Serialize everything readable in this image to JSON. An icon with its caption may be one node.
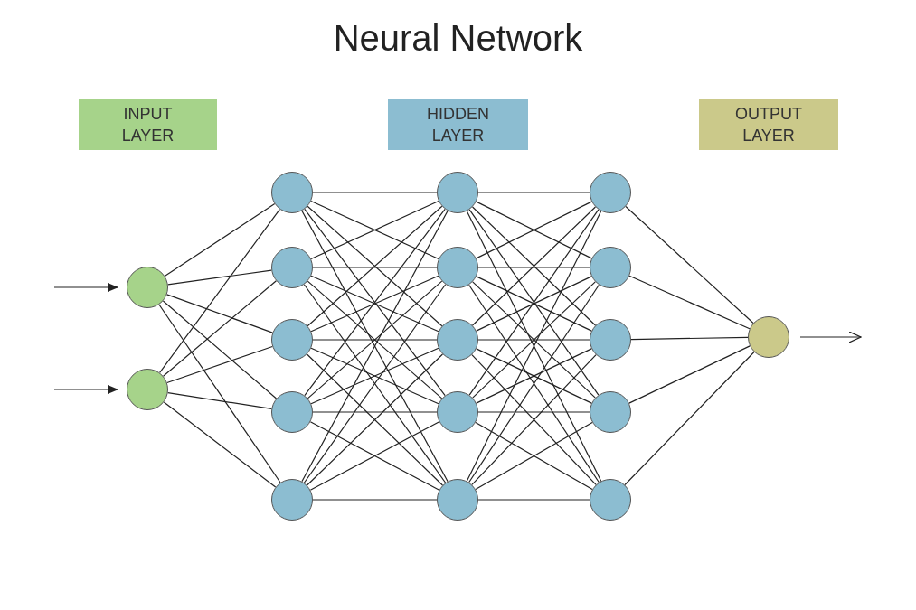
{
  "diagram": {
    "title": "Neural Network",
    "nodes": [
      {
        "text": [
          "INPUT LAYER"
        ]
      },
      {
        "text": [
          "HIDDEN LAYER"
        ]
      },
      {
        "text": [
          "OUTPUT LAYER"
        ]
      },
      {
        "text": [],
        "shape": "circle"
      },
      {
        "text": [],
        "shape": "circle"
      },
      {
        "text": [],
        "shape": "circle"
      },
      {
        "text": [],
        "shape": "circle"
      },
      {
        "text": [],
        "shape": "circle"
      },
      {
        "text": [],
        "shape": "circle"
      },
      {
        "text": [],
        "shape": "circle"
      },
      {
        "text": [],
        "shape": "circle"
      },
      {
        "text": [],
        "shape": "circle"
      },
      {
        "text": [],
        "shape": "circle"
      },
      {
        "text": [],
        "shape": "circle"
      },
      {
        "text": [],
        "shape": "circle"
      },
      {
        "text": [],
        "shape": "circle"
      },
      {
        "text": [],
        "shape": "circle"
      },
      {
        "text": [],
        "shape": "circle"
      },
      {
        "text": [],
        "shape": "circle"
      },
      {
        "text": [],
        "shape": "circle"
      },
      {
        "text": [],
        "shape": "circle"
      }
    ],
    "edges": [
      {
        "from": null,
        "to": 3,
        "arrow": "to"
      },
      {
        "from": null,
        "to": 4,
        "arrow": "to"
      },
      {
        "from": 3,
        "to": 5,
        "arrow": "none"
      },
      {
        "from": 3,
        "to": 6,
        "arrow": "none"
      },
      {
        "from": 3,
        "to": 7,
        "arrow": "none"
      },
      {
        "from": 3,
        "to": 8,
        "arrow": "none"
      },
      {
        "from": 3,
        "to": 9,
        "arrow": "none"
      },
      {
        "from": 4,
        "to": 5,
        "arrow": "none"
      },
      {
        "from": 4,
        "to": 6,
        "arrow": "none"
      },
      {
        "from": 4,
        "to": 7,
        "arrow": "none"
      },
      {
        "from": 4,
        "to": 8,
        "arrow": "none"
      },
      {
        "from": 4,
        "to": 9,
        "arrow": "none"
      },
      {
        "from": 5,
        "to": 10,
        "arrow": "none"
      },
      {
        "from": 5,
        "to": 11,
        "arrow": "none"
      },
      {
        "from": 5,
        "to": 12,
        "arrow": "none"
      },
      {
        "from": 5,
        "to": 13,
        "arrow": "none"
      },
      {
        "from": 5,
        "to": 14,
        "arrow": "none"
      },
      {
        "from": 6,
        "to": 10,
        "arrow": "none"
      },
      {
        "from": 6,
        "to": 11,
        "arrow": "none"
      },
      {
        "from": 6,
        "to": 12,
        "arrow": "none"
      },
      {
        "from": 6,
        "to": 13,
        "arrow": "none"
      },
      {
        "from": 6,
        "to": 14,
        "arrow": "none"
      },
      {
        "from": 7,
        "to": 10,
        "arrow": "none"
      },
      {
        "from": 7,
        "to": 11,
        "arrow": "none"
      },
      {
        "from": 7,
        "to": 12,
        "arrow": "none"
      },
      {
        "from": 7,
        "to": 13,
        "arrow": "none"
      },
      {
        "from": 7,
        "to": 14,
        "arrow": "none"
      },
      {
        "from": 8,
        "to": 10,
        "arrow": "none"
      },
      {
        "from": 8,
        "to": 11,
        "arrow": "none"
      },
      {
        "from": 8,
        "to": 12,
        "arrow": "none"
      },
      {
        "from": 8,
        "to": 13,
        "arrow": "none"
      },
      {
        "from": 8,
        "to": 14,
        "arrow": "none"
      },
      {
        "from": 9,
        "to": 10,
        "arrow": "none"
      },
      {
        "from": 9,
        "to": 11,
        "arrow": "none"
      },
      {
        "from": 9,
        "to": 12,
        "arrow": "none"
      },
      {
        "from": 9,
        "to": 13,
        "arrow": "none"
      },
      {
        "from": 9,
        "to": 14,
        "arrow": "none"
      },
      {
        "from": 10,
        "to": 15,
        "arrow": "none"
      },
      {
        "from": 10,
        "to": 16,
        "arrow": "none"
      },
      {
        "from": 10,
        "to": 17,
        "arrow": "none"
      },
      {
        "from": 10,
        "to": 18,
        "arrow": "none"
      },
      {
        "from": 10,
        "to": 19,
        "arrow": "none"
      },
      {
        "from": 11,
        "to": 15,
        "arrow": "none"
      },
      {
        "from": 11,
        "to": 16,
        "arrow": "none"
      },
      {
        "from": 11,
        "to": 17,
        "arrow": "none"
      },
      {
        "from": 11,
        "to": 18,
        "arrow": "none"
      },
      {
        "from": 11,
        "to": 19,
        "arrow": "none"
      },
      {
        "from": 12,
        "to": 15,
        "arrow": "none"
      },
      {
        "from": 12,
        "to": 16,
        "arrow": "none"
      },
      {
        "from": 12,
        "to": 17,
        "arrow": "none"
      },
      {
        "from": 12,
        "to": 18,
        "arrow": "none"
      },
      {
        "from": 12,
        "to": 19,
        "arrow": "none"
      },
      {
        "from": 13,
        "to": 15,
        "arrow": "none"
      },
      {
        "from": 13,
        "to": 16,
        "arrow": "none"
      },
      {
        "from": 13,
        "to": 17,
        "arrow": "none"
      },
      {
        "from": 13,
        "to": 18,
        "arrow": "none"
      },
      {
        "from": 13,
        "to": 19,
        "arrow": "none"
      },
      {
        "from": 14,
        "to": 15,
        "arrow": "none"
      },
      {
        "from": 14,
        "to": 16,
        "arrow": "none"
      },
      {
        "from": 14,
        "to": 17,
        "arrow": "none"
      },
      {
        "from": 14,
        "to": 18,
        "arrow": "none"
      },
      {
        "from": 14,
        "to": 19,
        "arrow": "none"
      },
      {
        "from": 15,
        "to": 20,
        "arrow": "none"
      },
      {
        "from": 16,
        "to": 20,
        "arrow": "none"
      },
      {
        "from": 17,
        "to": 20,
        "arrow": "none"
      },
      {
        "from": 18,
        "to": 20,
        "arrow": "none"
      },
      {
        "from": 19,
        "to": 20,
        "arrow": "none"
      },
      {
        "from": 20,
        "to": null,
        "arrow": "to"
      }
    ]
  }
}
